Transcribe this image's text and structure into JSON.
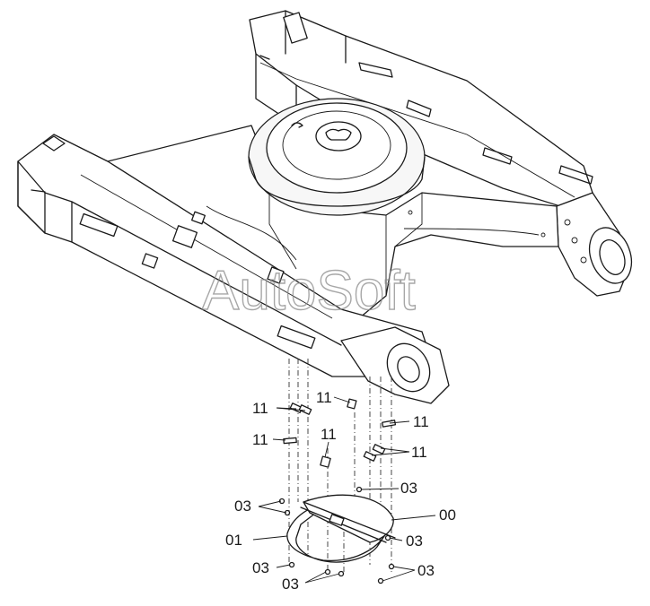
{
  "watermark": "AutoSoft",
  "callouts": {
    "c00": "00",
    "c01": "01",
    "c03_a": "03",
    "c03_b": "03",
    "c03_c": "03",
    "c03_d": "03",
    "c03_e": "03",
    "c03_f": "03",
    "c11_a": "11",
    "c11_b": "11",
    "c11_c": "11",
    "c11_d": "11",
    "c11_e": "11",
    "c11_f": "11"
  },
  "colors": {
    "line": "#1a1a1a",
    "watermark": "#8a8a8a",
    "background": "#ffffff"
  }
}
